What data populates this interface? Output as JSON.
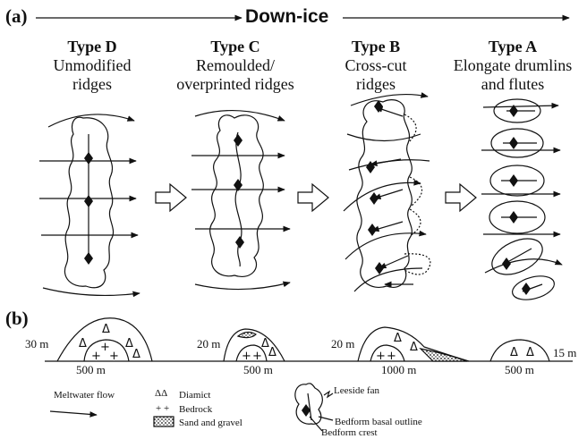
{
  "panel_a": "(a)",
  "panel_b": "(b)",
  "direction": "Down-ice",
  "types": [
    {
      "title": "Type D",
      "desc": [
        "Unmodified",
        "ridges"
      ]
    },
    {
      "title": "Type C",
      "desc": [
        "Remoulded/",
        "overprinted ridges"
      ]
    },
    {
      "title": "Type B",
      "desc": [
        "Cross-cut",
        "ridges"
      ]
    },
    {
      "title": "Type A",
      "desc": [
        "Elongate drumlins",
        "and flutes"
      ]
    }
  ],
  "profiles": [
    {
      "height": "30 m",
      "width": "500 m"
    },
    {
      "height": "20 m",
      "width": "500 m"
    },
    {
      "height": "20 m",
      "width": "1000 m"
    },
    {
      "height": "15 m",
      "width": "500 m"
    }
  ],
  "legend": {
    "meltwater": "Meltwater flow",
    "diamict": "Diamict",
    "bedrock": "Bedrock",
    "sand": "Sand and gravel",
    "leeside": "Leeside fan",
    "outline": "Bedform basal outline",
    "crest": "Bedform crest"
  },
  "symbols": {
    "diamict": "ΔΔ",
    "bedrock": "+ +",
    "triangle": "Δ",
    "cross": "+"
  }
}
